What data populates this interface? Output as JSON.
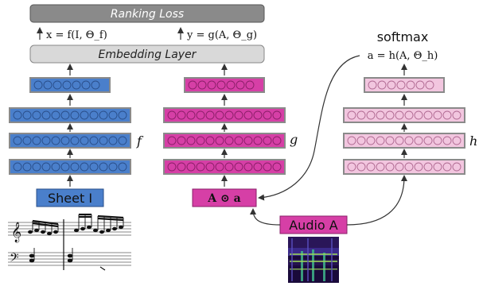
{
  "labels": {
    "ranking_loss": "Ranking Loss",
    "embedding_layer": "Embedding Layer",
    "x_formula": "x = f(I, Θ_f)",
    "y_formula": "y = g(A, Θ_g)",
    "softmax": "softmax",
    "a_formula": "a = h(A, Θ_h)",
    "f_label": "f",
    "g_label": "g",
    "h_label": "h",
    "sheet_label": "Sheet I",
    "audio_label": "Audio A",
    "attention_label": "A ⊙ a"
  },
  "colors": {
    "sheet_blue": "#4a7fcb",
    "audio_magenta": "#d63fa6",
    "attention_pink": "#f2c6df",
    "top_box_dark": "#8a8a8a",
    "top_box_light": "#d9d9d9",
    "frame_gray": "#a0a0a0"
  }
}
